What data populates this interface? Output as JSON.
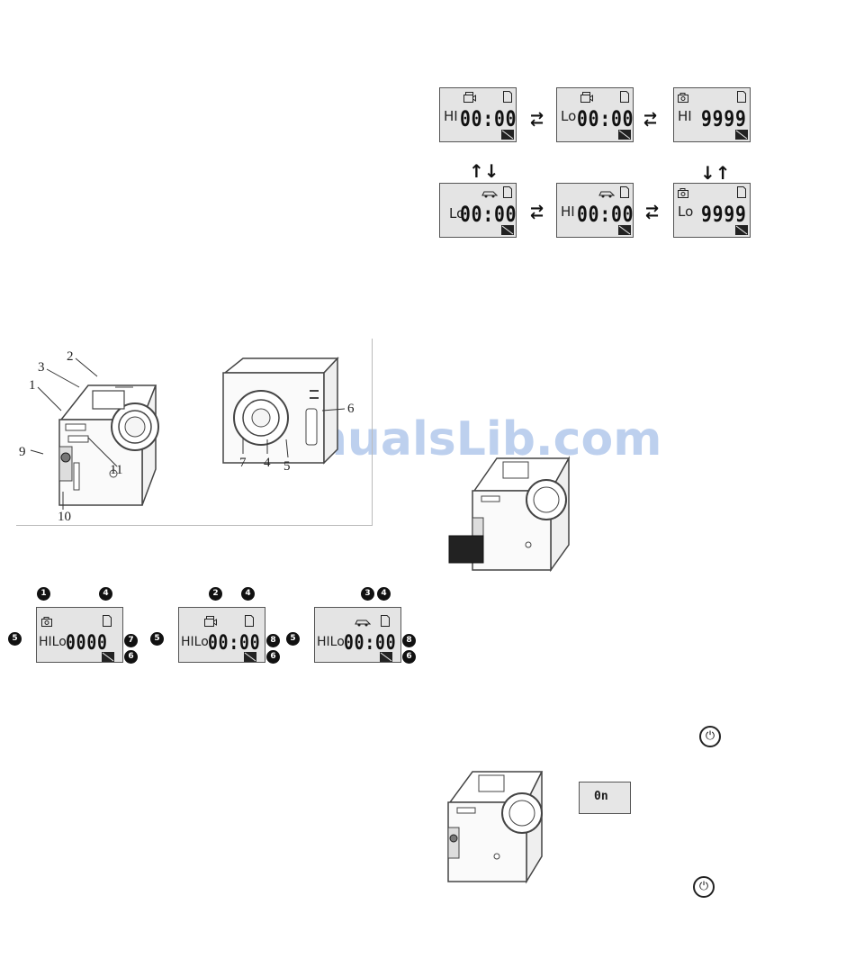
{
  "watermark": "ManualsLib.com",
  "mode_cycle": {
    "screens": [
      {
        "mode": "HI",
        "digits": "00:00",
        "icon": "video-icon"
      },
      {
        "mode": "Lo",
        "digits": "00:00",
        "icon": "video-icon"
      },
      {
        "mode": "HI",
        "digits": "9999",
        "icon": "camera-icon"
      },
      {
        "mode": "Lo",
        "digits": "00:00",
        "icon": "car-icon"
      },
      {
        "mode": "HI",
        "digits": "00:00",
        "icon": "car-icon"
      },
      {
        "mode": "Lo",
        "digits": "9999",
        "icon": "camera-icon"
      }
    ]
  },
  "camera_parts": {
    "front_labels": [
      "2",
      "3",
      "1",
      "9",
      "11",
      "10"
    ],
    "side_labels": [
      "6",
      "7",
      "4",
      "5"
    ]
  },
  "screen_legend": {
    "screens": [
      {
        "digits": "0000",
        "top_left_callout": "1",
        "icon": "camera-icon",
        "right_callout": "7"
      },
      {
        "digits": "00:00",
        "top_left_callout": "2",
        "icon": "video-icon",
        "right_callout": "8"
      },
      {
        "digits": "00:00",
        "top_left_callout": "3",
        "icon": "car-icon",
        "right_callout": "8"
      }
    ],
    "mode_text": "HILo",
    "sd_callout": "4",
    "mode_callout": "5",
    "battery_callout": "6"
  },
  "power_on": {
    "lcd_text": "0n"
  }
}
